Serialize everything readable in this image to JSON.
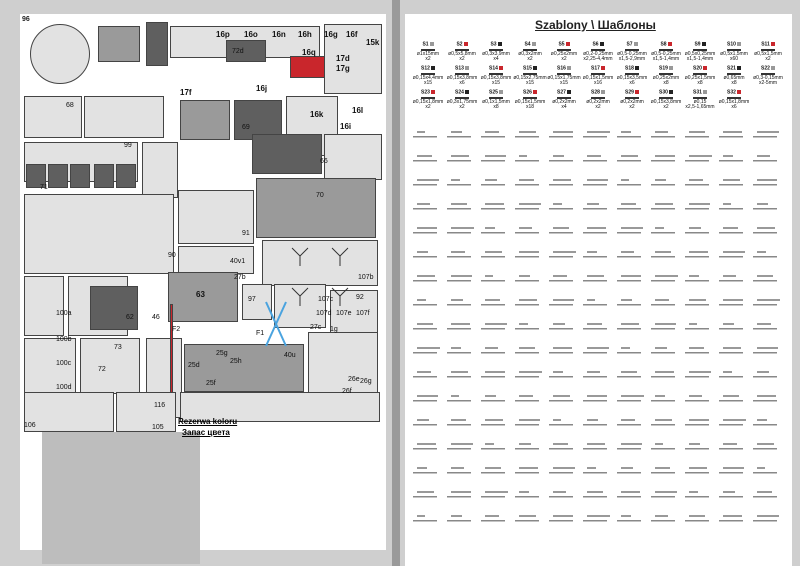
{
  "left_page": {
    "page_number": "96",
    "color_reserve": [
      "Rezerwa koloru",
      "Запас цвета"
    ],
    "part_labels": [
      "16p",
      "16o",
      "16n",
      "16h",
      "16g",
      "16f",
      "15k",
      "72d",
      "16q",
      "17g",
      "17d",
      "16j",
      "16i",
      "17f",
      "16k",
      "16l",
      "68",
      "69",
      "99",
      "70",
      "71",
      "66",
      "90",
      "91",
      "40v1",
      "27b",
      "107b",
      "107c",
      "107d",
      "107e",
      "107f",
      "63",
      "97",
      "92",
      "27c",
      "62",
      "100a",
      "100b",
      "100c",
      "100d",
      "72",
      "73",
      "116",
      "25d",
      "25g",
      "25h",
      "40u",
      "25f",
      "26e",
      "26f",
      "26g",
      "106",
      "105",
      "46",
      "F1",
      "F2",
      "1g"
    ]
  },
  "right_page": {
    "title": "Szablony \\ Шаблоны",
    "templates": [
      {
        "id": "S1",
        "size": "ø1x15mm",
        "qty": "x2"
      },
      {
        "id": "S2",
        "size": "ø0,5x5,8mm",
        "qty": "x2"
      },
      {
        "id": "S3",
        "size": "ø0,3x3,9mm",
        "qty": "x4"
      },
      {
        "id": "S4",
        "size": "ø0,3x2mm",
        "qty": "x2"
      },
      {
        "id": "S5",
        "size": "ø0,25x2mm",
        "qty": "x2"
      },
      {
        "id": "S6",
        "size": "ø0,2-0,25mm",
        "qty": "x2,25-4,4mm"
      },
      {
        "id": "S7",
        "size": "ø0,5-0,25mm",
        "qty": "x1,5-2,9mm"
      },
      {
        "id": "S8",
        "size": "ø0,5-0,25mm",
        "qty": "x1,5-1,4mm"
      },
      {
        "id": "S9",
        "size": "ø0,5x0,25mm",
        "qty": "x1,5-1,4mm"
      },
      {
        "id": "S10",
        "size": "ø0,5x1,5mm",
        "qty": "x60"
      },
      {
        "id": "S11",
        "size": "ø0,5x1,5mm",
        "qty": "x2"
      },
      {
        "id": "S12",
        "size": "ø0,15x4,4mm",
        "qty": "x15"
      },
      {
        "id": "S13",
        "size": "ø0,15x3,8mm",
        "qty": "x6"
      },
      {
        "id": "S14",
        "size": "ø0,15x3,8mm",
        "qty": "x15"
      },
      {
        "id": "S15",
        "size": "ø0,15x2,75mm",
        "qty": "x15"
      },
      {
        "id": "S16",
        "size": "ø0,15x1,75mm",
        "qty": "x15"
      },
      {
        "id": "S17",
        "size": "ø0,15x1,5mm",
        "qty": "x16"
      },
      {
        "id": "S18",
        "size": "ø0,15x3,5mm",
        "qty": "x6"
      },
      {
        "id": "S19",
        "size": "ø0,25x2mm",
        "qty": "x8"
      },
      {
        "id": "S20",
        "size": "ø0,25x1,5mm",
        "qty": "x8"
      },
      {
        "id": "S21",
        "size": "ø0,65mm",
        "qty": "x8"
      },
      {
        "id": "S22",
        "size": "ø0,3-0,15mm",
        "qty": "x2-5mm"
      },
      {
        "id": "S23",
        "size": "ø0,15x1,8mm",
        "qty": "x2"
      },
      {
        "id": "S24",
        "size": "ø0,3x1,75mm",
        "qty": "x2"
      },
      {
        "id": "S25",
        "size": "ø0,1x1,5mm",
        "qty": "x8"
      },
      {
        "id": "S26",
        "size": "ø0,15x1,5mm",
        "qty": "x18"
      },
      {
        "id": "S27",
        "size": "ø0,2x2mm",
        "qty": "x4"
      },
      {
        "id": "S28",
        "size": "ø0,2x2mm",
        "qty": "x2"
      },
      {
        "id": "S29",
        "size": "ø0,2x2mm",
        "qty": "x2"
      },
      {
        "id": "S30",
        "size": "ø0,15x3,8mm",
        "qty": "x2"
      },
      {
        "id": "S31",
        "size": "ø0,15",
        "qty": "x2,5-1,65mm"
      },
      {
        "id": "S32",
        "size": "ø0,15x1,8mm",
        "qty": "x6"
      }
    ]
  }
}
